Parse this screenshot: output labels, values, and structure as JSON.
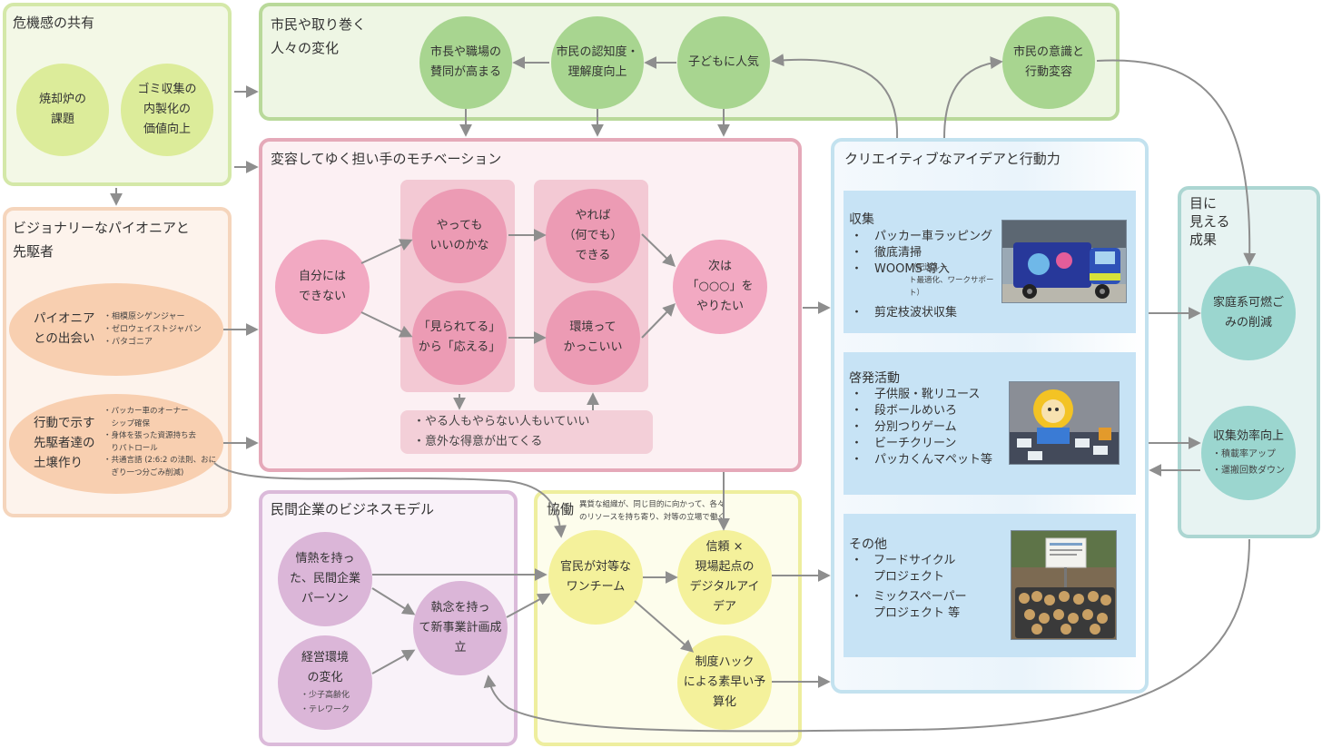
{
  "crisis": {
    "title": "危機感の共有",
    "c1": "焼却炉の\n課題",
    "c2": "ゴミ収集の\n内製化の\n価値向上"
  },
  "citizens": {
    "title": "市民や取り巻く\n人々の変化",
    "c1": "市長や職場の\n賛同が高まる",
    "c2": "市民の認知度・\n理解度向上",
    "c3": "子どもに人気",
    "c4": "市民の意識と\n行動変容"
  },
  "pioneer": {
    "title": "ビジョナリーなパイオニアと\n先駆者",
    "e1_label": "パイオニア\nとの出会い",
    "e1_list": "・相模原シゲンジャー\n・ゼロウェイストジャパン\n・パタゴニア",
    "e2_label": "行動で示す\n先駆者達の\n土壌作り",
    "e2_list": "・パッカー車のオーナー\n　シップ確保\n・身体を張った資源持ち去\n　りパトロール\n・共通言語 (2:6:2 の法則、おに\n　ぎり一つ分ごみ削減)"
  },
  "motivation": {
    "title": "変容してゆく担い手のモチベーション",
    "c_start": "自分には\nできない",
    "c_a1": "やっても\nいいのかな",
    "c_a2": "「見られてる」\nから「応える」",
    "c_b1": "やれば\n（何でも）\nできる",
    "c_b2": "環境って\nかっこいい",
    "c_goal": "次は\n「○○○」を\nやりたい",
    "note": "・やる人もやらない人もいていい\n・意外な得意が出てくる"
  },
  "business": {
    "title": "民間企業のビジネスモデル",
    "c1": "情熱を持っ\nた、民間企業\nパーソン",
    "c2_label": "経営環境\nの変化",
    "c2_list": "・少子高齢化\n・テレワーク",
    "c3": "執念を持っ\nて新事業計画成\n立"
  },
  "collab": {
    "title": "協働",
    "desc": "異質な組織が、同じ目的に向かって、各々\nのリソースを持ち寄り、対等の立場で働く",
    "c1": "官民が対等な\nワンチーム",
    "c2": "信頼 ×\n現場起点の\nデジタルアイ\nデア",
    "c3": "制度ハック\nによる素早い予\n算化"
  },
  "creative": {
    "title": "クリエイティブなアイデアと行動力",
    "s1_title": "収集",
    "s1_items": [
      "パッカー車ラッピング",
      "徹底清掃",
      "WOOMS 導入",
      "剪定枝波状収集"
    ],
    "s1_note": "（配送ルー\nト最適化、ワークサポート）",
    "s2_title": "啓発活動",
    "s2_items": [
      "子供服・靴リユース",
      "段ボールめいろ",
      "分別つりゲーム",
      "ビーチクリーン",
      "パッカくんマペット等"
    ],
    "s3_title": "その他",
    "s3_items": [
      "フードサイクル\nプロジェクト",
      "ミックスペーパー\nプロジェクト 等"
    ],
    "bullet": "・"
  },
  "results": {
    "title": "目に\n見える\n成果",
    "c1": "家庭系可燃ご\nみの削減",
    "c2_label": "収集効率向上",
    "c2_list": "・積載率アップ\n・運搬回数ダウン"
  },
  "colors": {
    "green_panel": "#c9e2a8",
    "green_bg": "#f1f7e8",
    "green_circle": "#a8d590",
    "lime_circle": "#dcec9a",
    "peach_panel": "#f7d4ba",
    "peach_bg": "#fdf4ee",
    "peach_ellipse": "#f8cfb0",
    "pink_panel": "#e6a8b8",
    "pink_bg": "#fcf0f3",
    "pink_circle": "#ef9cb6",
    "pink_box": "#f3c9d4",
    "purple_panel": "#d8b8d8",
    "purple_bg": "#f8f2f8",
    "purple_circle": "#dbb6d8",
    "yellow_panel": "#ecec9e",
    "yellow_bg": "#fdfdeb",
    "yellow_circle": "#f4f19b",
    "blue_panel": "#bfe0ee",
    "blue_box": "#c7e3f5",
    "teal_panel": "#a8d4d0",
    "teal_bg": "#e6f3f2",
    "teal_circle": "#9bd6cf",
    "arrow": "#8e8e8e"
  }
}
